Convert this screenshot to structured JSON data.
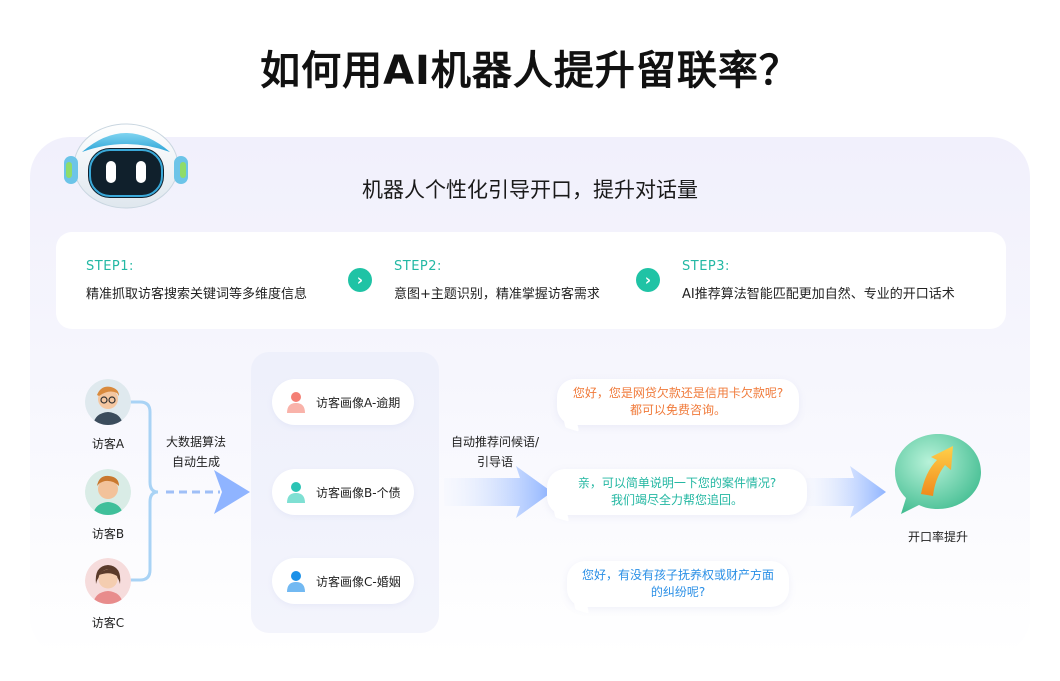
{
  "title": "如何用AI机器人提升留联率？",
  "subtitle": "机器人个性化引导开口，提升对话量",
  "steps": [
    {
      "label": "STEP1:",
      "text": "精准抓取访客搜索关键词等多维度信息"
    },
    {
      "label": "STEP2:",
      "text": "意图+主题识别，精准掌握访客需求"
    },
    {
      "label": "STEP3:",
      "text": "AI推荐算法智能匹配更加自然、专业的开口话术"
    }
  ],
  "step_arrow_glyph": "›",
  "visitors": [
    {
      "label": "访客A"
    },
    {
      "label": "访客B"
    },
    {
      "label": "访客C"
    }
  ],
  "algo_note": {
    "line1": "大数据算法",
    "line2": "自动生成"
  },
  "profiles": [
    {
      "label": "访客画像A-逾期",
      "color": "#f47f74"
    },
    {
      "label": "访客画像B-个债",
      "color": "#2bc3b4"
    },
    {
      "label": "访客画像C-婚姻",
      "color": "#1a90e8"
    }
  ],
  "recommend_note": {
    "line1": "自动推荐问候语/",
    "line2": "引导语"
  },
  "messages": [
    {
      "line1": "您好，您是网贷欠款还是信用卡欠款呢?",
      "line2": "都可以免费咨询。",
      "color": "#f07a3a"
    },
    {
      "line1": "亲，可以简单说明一下您的案件情况?",
      "line2": "我们竭尽全力帮您追回。",
      "color": "#23b7a2"
    },
    {
      "line1": "您好，有没有孩子抚养权或财产方面",
      "line2": "的纠纷呢?",
      "color": "#2a8fe6"
    }
  ],
  "result_label": "开口率提升",
  "colors": {
    "accent_teal": "#1fc3a5",
    "flow_blue": "#8fb4ff",
    "bracket_blue": "#a9d3f5"
  },
  "icons": [
    "robot-mascot-icon",
    "chevron-right-icon",
    "person-icon",
    "chat-bubble-up-arrow-icon"
  ]
}
